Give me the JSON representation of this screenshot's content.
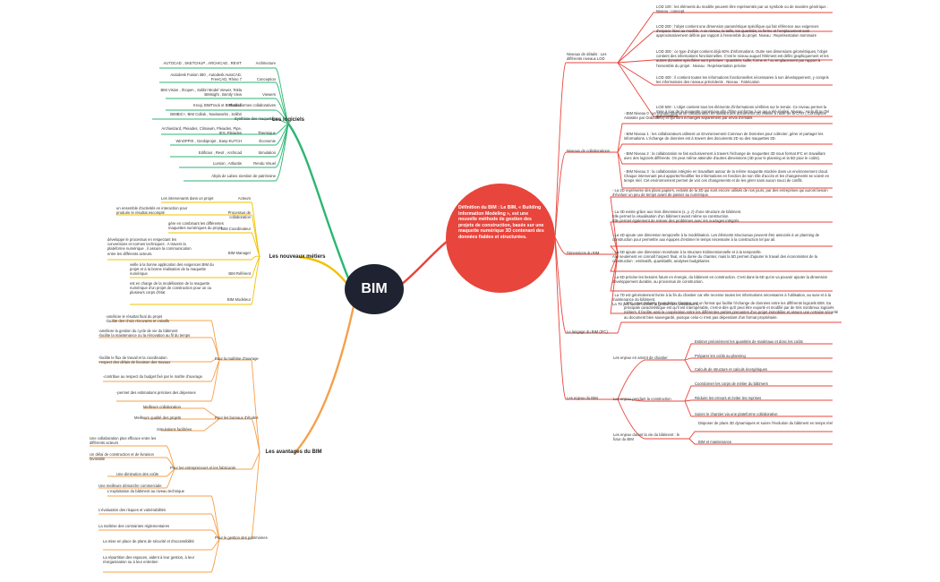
{
  "center": {
    "label": "BIM"
  },
  "definition": "Définition du BIM : Le BIM, « Building Information Modeling », est une nouvelle méthode de gestion des projets de construction, basée sur une maquette numérique 3D contenant des données fiables et structurées.",
  "colors": {
    "green": "#2bb673",
    "yellow": "#f2c200",
    "orange": "#f5a04c",
    "red": "#e8453c",
    "center": "#1f2230"
  },
  "logiciels": {
    "title": "Les logiciels",
    "rows": [
      {
        "tools": "AUTOCAD , SKETCHUP , ARCHICAD , REVIT",
        "cat": "Architecture"
      },
      {
        "tools": "Autodesk Fusion 360 , Autodesk AutoCAD, FreeCAD, Rhino 7",
        "cat": "Conception"
      },
      {
        "tools": "BIM Vision , Ifcopen , Solibri Model Viewer, Tekla BIMsight , Bently View",
        "cat": "Viewers"
      },
      {
        "tools": "Kroqi, BIMTrack et BIMcollab",
        "cat": "Plates formes collaboratives"
      },
      {
        "tools": "BIMBIC+, BIM Collab , Navisworks , Solibri",
        "cat": "Synthèse des maquettes"
      },
      {
        "tools": "Archiwizard, Pleiades, Climawin, Pleiades, Pipe, IES, Pleiades",
        "cat": "Thermique"
      },
      {
        "tools": "WinOPPIX , Geokiprojet , Easy-KUTCH",
        "cat": "Économie"
      },
      {
        "tools": "Edificius , Revit , Archicad",
        "cat": "Simulation"
      },
      {
        "tools": "Lumion , Artlantis",
        "cat": "Rendu Visuel"
      },
      {
        "tools": "Abyla de Labeo ...",
        "cat": "Gestion de patrimoine"
      }
    ]
  },
  "metiers": {
    "title": "Les nouveaux métiers",
    "rows": [
      {
        "desc": "Les intervenants dans un projet",
        "role": "Acteurs"
      },
      {
        "desc": "un ensemble d'activités en interaction pour produire le résultat escompté",
        "role": "Processus de collaboration"
      },
      {
        "desc": "gère en combinant les différentes maquettes numériques du projet",
        "role": "BIM Coordinateur"
      },
      {
        "desc": "développe le processus en respectant les conventions et normes techniques . A travers la plateforme numérique , il assure la communication entre les différents acteurs.",
        "role": "BIM Manager"
      },
      {
        "desc": "veille à la bonne application des exigences BIM du projet et à la bonne réalisation de la maquette numérique",
        "role": "BIM Référent"
      },
      {
        "desc": "est en charge de la modélisation de la maquette numérique d'un projet de construction pour un ou plusieurs corps d'état",
        "role": "BIM Modeleur"
      }
    ]
  },
  "avantages": {
    "title": "Les avantages du BIM",
    "groups": [
      {
        "label": "Pour la maîtrise d'ouvrage",
        "items": [
          "-améliore le résultat final du projet\n-facilite des choix rénovants et créatifs",
          "-améliore la gestion du cycle de vie du bâtiment\n-facilite la maintenance ou la rénovation au fil du temps",
          "-facilite le flux de travail et la coordination\n-respect des délais de livraison des travaux",
          "-contribue au respect du budget fixé par le maître d'ouvrage",
          "-permet des estimations précises des dépenses"
        ]
      },
      {
        "label": "Pour les bureaux d'études",
        "items": [
          "Meilleure collaboration",
          "Meilleure qualité des projets",
          "Simulations facilitées"
        ]
      },
      {
        "label": "Pour les entrepreneurs et les fabricants",
        "items": [
          "Une collaboration plus efficace entre les différents acteurs",
          "Un délai de construction et de livraison favorable",
          "Une diminution des coûts",
          "Une meilleure démarche commerciale"
        ]
      },
      {
        "label": "Pour le gestion des patrimoines",
        "items": [
          "L'exploitation du bâtiment au niveau technique",
          "L'évaluation des risques et vulnérabilités",
          "La maîtrise des contraintes réglementaires",
          "La mise en place de plans de sécurité et d'accessibilité",
          "La répartition des espaces, aident à leur gestion, à leur réorganisation ou à leur entretien"
        ]
      }
    ]
  },
  "lod": {
    "label": "Niveaux de détails : Les différents niveaux LOD",
    "items": [
      "LOD 100 : les éléments du modèle peuvent être représentés par un symbole ou de manière générique . Niveau : concept.",
      "LOD 200 : l'objet contient une dimension paramétrique spécifique qui fait référence aux exigences d'espace liées au modèle. A ce niveau, la taille, les quantités, la forme et l'emplacement sont approximativement définis par rapport à l'ensemble du projet. Niveau : Représentation sommaire",
      "LOD 300 : ce type d'objet contient déjà 60% d'informations. Outre ses dimensions géométriques, l'objet contient des informations fonctionnelles. C'est le niveau auquel l'élément est défini graphiquement et les autres données spécifiées sont précises : quantités, taille, forme et / ou emplacement par rapport à l'ensemble du projet . Niveau : Représentation précise",
      "LOD 400 : il contient toutes les informations fonctionnelles nécessaires à son développement, y compris les informations des niveaux précédents . Niveau : Fabrication",
      "LOD 500 : L'objet contient tous les éléments d'informations vérifiées sur le terrain. Ce niveau permet la mise à jour de la maquette numérique afin d'être conforme à ce qui a été réalisé. Niveau : As-built ou Tel que construit."
    ]
  },
  "collab": {
    "label": "Niveaux de collaborations",
    "items": [
      "- BIM Niveau 0 : un niveau minimal de collaboration en utilisant des documents 2D réalisé à l'aide de la CAO ( Conception Assistée par Ordinateur) et qui sont échangés séparément par envoi d'emails.",
      "- BIM Niveau 1 : les collaborateurs utilisent un Environnement Commun de Données pour collecter, gérer et partager les informations. L'échange de données est à travers des documents 2D ou des maquettes 3D.",
      "- BIM Niveau 2 : la collaboration se fait exclusivement à travers l'échange de maquettes 3D sous format IFC en travaillant avec des logiciels différents. On peut même atteindre d'autres dimensions (4D pour le planning et la 5D pour le coûts).",
      "- BIM Niveau 3 : la collaboration intégrée en travaillant autour de la même maquette stockée dans un environnement cloud. Chaque intervenant peut apporter/modifier les informations en fonction de son rôle d'accès et les changements se voient en temps réel. Cet environnement permet de voir ces changements et de les gérer sans aucun souci de conflit."
    ]
  },
  "dimensions": {
    "label": "Dimensions du BIM",
    "items": [
      "- La 2D représente des plans papiers, extraits de la 3D qui sont encore utilisés de nos jours, par des entreprises qui auront besoin d'évoluer un peu de temps avant de passer au numérique.",
      "- La 3D existe grâce aux trois dimensions (x, y, z) d'une structure de bâtiment.\nElle permet la visualisation d'un bâtiment avant même sa construction.\nElle permet également de relever des problèmes avec les ouvrages intégrés",
      "- La 4D ajoute une dimension temporelle à la modélisation. Les éléments structuraux peuvent être associés à un planning de construction pour permettre aux équipes d'estimer le temps nécessaire à la construction tel par ail.",
      "- La 5D ajoute une dimension monétaire à la structure tridimensionnelle et à la temporelle.\nAlin seulement en connaît l'aspect final, et la durée du chantier, mais la 5D permet d'ajouter le travail des économistes de la construction : estimatifs, quantitatifs, analyses budgétaires.",
      "- La 6D précise les besoins futurs en énergie, du bâtiment en construction. C'est dans la 6D qu'on va pouvoir ajouter la dimension développement durable, au processus de construction.",
      "- La 7D est généralement livrée à la fin du chantier car elle recense toutes les informations nécessaires à l'utilisation, au suivi et à la maintenance du bâtiment.\nLa 7D permet de faciliter la gestion des installations."
    ]
  },
  "langage": {
    "label": "Le langage du BIM (IFC) :",
    "text": "L'IFC, pour Industry Foundation Classes, est un format qui facilite l'échange de données entre les différents logiciels BIM. Sa principale caractéristique est qu'il est interopérable, c'est-à-dire qu'il peut être exporté et modifié par de très nombreux logiciels métiers. Il facilite ainsi la coopération entre les différentes parties prenantes d'un projet immobilier et assure une certaine sécurité au document bien sauvegardé, puisque celui-ci n'est pas dépendant d'un format propriétaire."
  },
  "enjeux": {
    "label": "Les enjeux du BIM",
    "groups": [
      {
        "label": "Les enjeux en amont de chantier",
        "items": [
          "Estimer précisément les quantités de matériaux et donc les coûts",
          "Préparer les coûts au planning",
          "Calculs de structure et calculs énergétiques"
        ]
      },
      {
        "label": "Les enjeux pendant la construction",
        "items": [
          "Coordonner les corps de métier du bâtiment",
          "Réduire les erreurs et éviter les reprises",
          "Suivre le chantier via une plateforme collaborative"
        ]
      },
      {
        "label": "Les enjeux durant la vie du bâtiment : le futur du BIM",
        "items": [
          "Disposer de plans 3D dynamiques et suivre l'évolution du bâtiment en temps réel",
          "BIM et maintenance"
        ]
      }
    ]
  }
}
